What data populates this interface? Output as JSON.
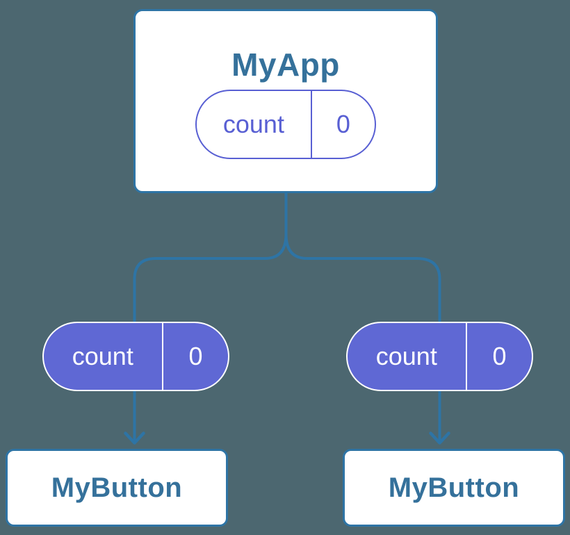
{
  "colors": {
    "background": "#4C6770",
    "connector": "#2E74A5",
    "card_bg": "#FFFFFF",
    "card_border": "#2E74A5",
    "heading_text": "#35719B",
    "pill_fill": "#5F68D4",
    "pill_stroke": "#585FD3",
    "pill_text_on_white": "#585FD3",
    "pill_text_on_fill": "#FFFFFF",
    "pill_divider_on_fill": "#FFFFFF"
  },
  "diagram": {
    "root": {
      "title": "MyApp",
      "state_pill": {
        "label": "count",
        "value": "0"
      }
    },
    "children": [
      {
        "prop_pill": {
          "label": "count",
          "value": "0"
        },
        "title": "MyButton"
      },
      {
        "prop_pill": {
          "label": "count",
          "value": "0"
        },
        "title": "MyButton"
      }
    ]
  }
}
